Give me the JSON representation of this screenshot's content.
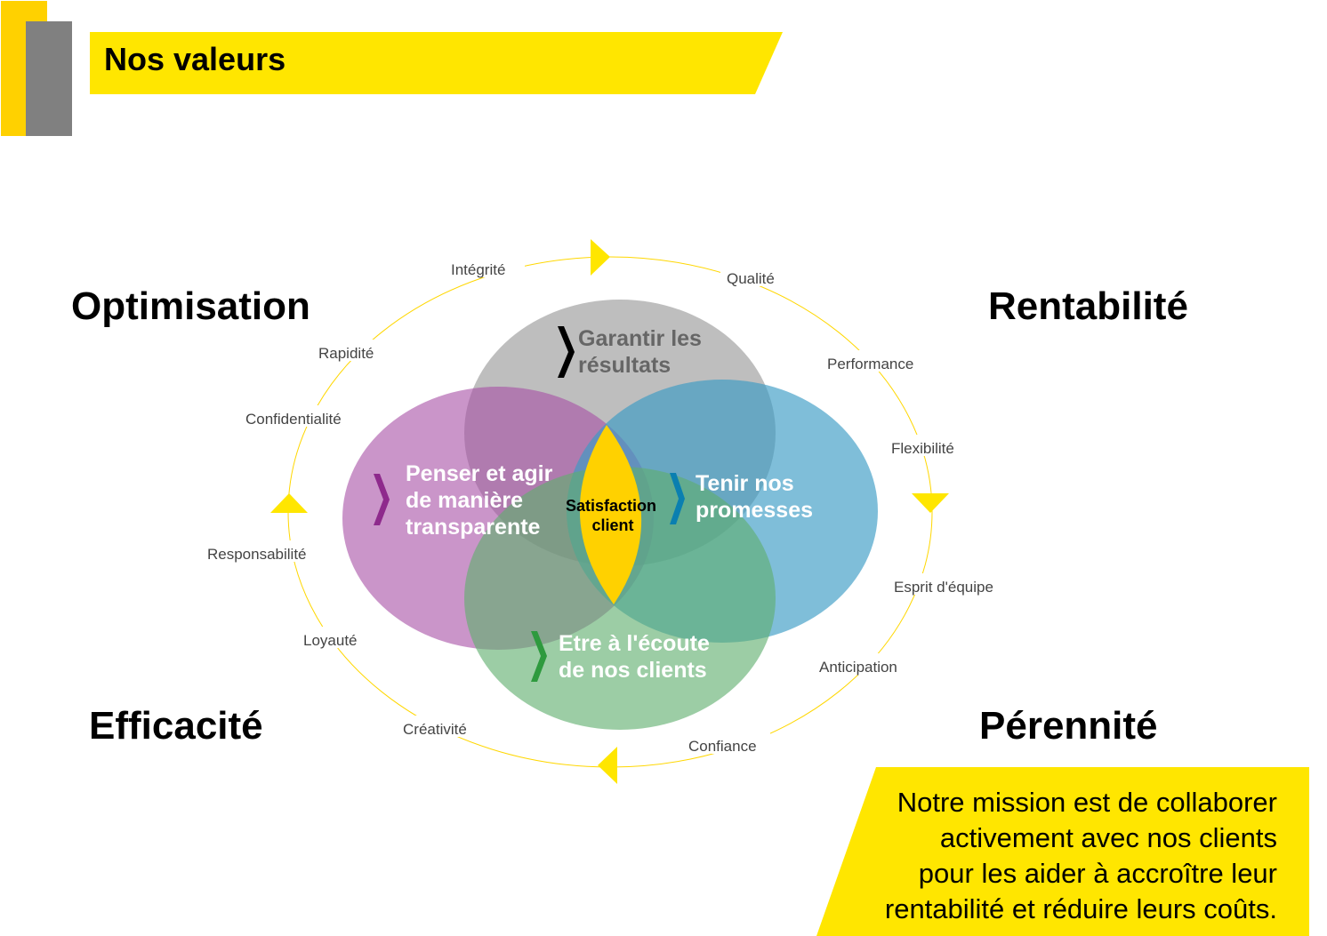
{
  "title": "Nos valeurs",
  "corners": {
    "top_left": "Optimisation",
    "top_right": "Rentabilité",
    "bottom_left": "Efficacité",
    "bottom_right": "Pérennité"
  },
  "ring_values": [
    "Intégrité",
    "Qualité",
    "Performance",
    "Flexibilité",
    "Esprit d'équipe",
    "Anticipation",
    "Confiance",
    "Créativité",
    "Loyauté",
    "Responsabilité",
    "Confidentialité",
    "Rapidité"
  ],
  "circles": {
    "top": [
      "Garantir les",
      "résultats"
    ],
    "left": [
      "Penser et agir",
      "de manière",
      "transparente"
    ],
    "right": [
      "Tenir nos",
      "promesses"
    ],
    "bottom": [
      "Etre à l'écoute",
      "de nos clients"
    ],
    "center": [
      "Satisfaction",
      "client"
    ]
  },
  "mission": [
    "Notre mission est de collaborer",
    "activement avec nos clients",
    "pour les aider à accroître leur",
    "rentabilité et réduire leurs coûts."
  ],
  "colors": {
    "yellow": "#FFE600",
    "gold": "#FFD100",
    "gray": "#808080",
    "purple": "#B978B8",
    "blue": "#5FAFCF",
    "green": "#7DBE8A",
    "circle_gray": "#A8A8A8"
  }
}
